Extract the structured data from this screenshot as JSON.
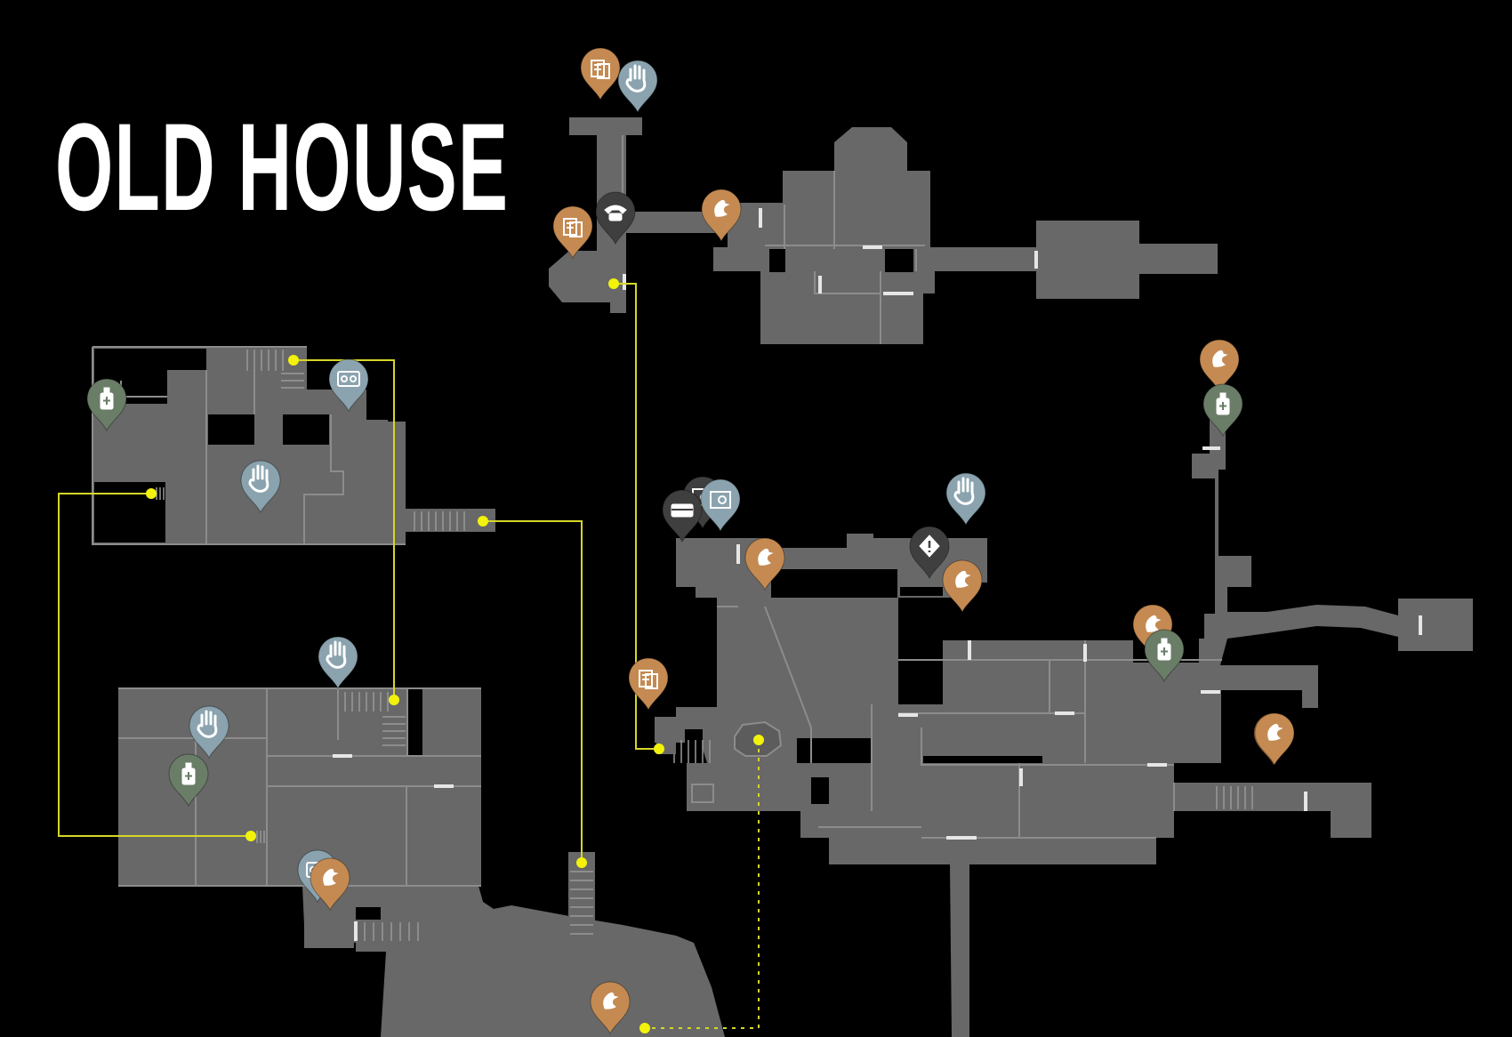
{
  "map": {
    "title": "OLD HOUSE"
  },
  "legend_colors": {
    "background": "#000000",
    "floor": "#686868",
    "route": "#d6d629",
    "node": "#f2f20c",
    "file_marker": "#c48a52",
    "save_marker": "#c48a52",
    "item_marker": "#8aa3ae",
    "heal_marker": "#6a7d67",
    "dark_marker": "#3f3f3f"
  },
  "markers": [
    {
      "type": "file",
      "icon": "file-icon"
    },
    {
      "type": "hand",
      "icon": "hand-icon"
    },
    {
      "type": "file",
      "icon": "file-icon"
    },
    {
      "type": "phone",
      "icon": "phone-icon"
    },
    {
      "type": "save",
      "icon": "bird-icon"
    },
    {
      "type": "heal",
      "icon": "medicine-icon"
    },
    {
      "type": "cassette",
      "icon": "cassette-icon"
    },
    {
      "type": "hand",
      "icon": "hand-icon"
    },
    {
      "type": "hand",
      "icon": "hand-icon"
    },
    {
      "type": "hand",
      "icon": "hand-icon"
    },
    {
      "type": "heal",
      "icon": "medicine-icon"
    },
    {
      "type": "cassette",
      "icon": "cassette-icon"
    },
    {
      "type": "save",
      "icon": "bird-icon"
    },
    {
      "type": "save",
      "icon": "bird-icon"
    },
    {
      "type": "dark",
      "icon": "safe-icon"
    },
    {
      "type": "dark",
      "icon": "chest-icon"
    },
    {
      "type": "safe",
      "icon": "safe-icon"
    },
    {
      "type": "save",
      "icon": "bird-icon"
    },
    {
      "type": "hand",
      "icon": "hand-icon"
    },
    {
      "type": "dark",
      "icon": "warning-icon"
    },
    {
      "type": "save",
      "icon": "bird-icon"
    },
    {
      "type": "save",
      "icon": "bird-icon"
    },
    {
      "type": "save",
      "icon": "bird-icon"
    },
    {
      "type": "heal",
      "icon": "medicine-icon"
    },
    {
      "type": "file",
      "icon": "file-icon"
    },
    {
      "type": "save",
      "icon": "bird-icon"
    },
    {
      "type": "heal",
      "icon": "medicine-icon"
    },
    {
      "type": "save",
      "icon": "bird-icon"
    }
  ]
}
